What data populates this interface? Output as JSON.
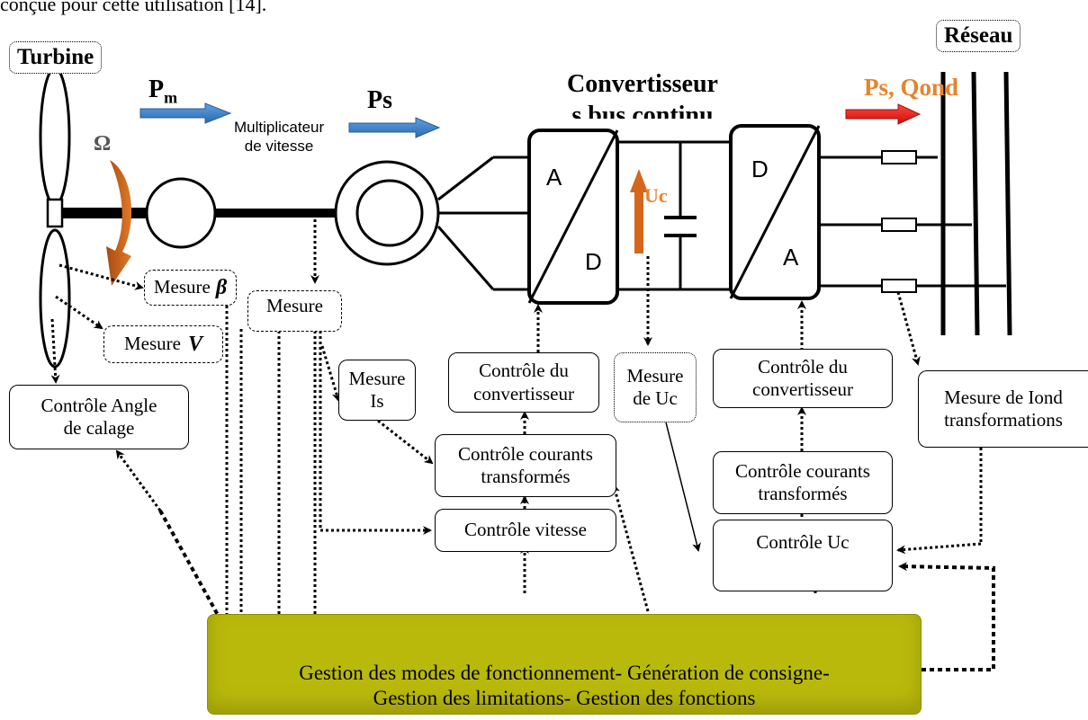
{
  "top_text": "conçue pour cette utilisation [14].",
  "labels": {
    "turbine": "Turbine",
    "reseau": "Réseau",
    "pm": "Pm",
    "ps1": "Ps",
    "multiplicateur": "Multiplicateur de vitesse",
    "convertisseurs": "Convertisseurs bus continu",
    "ps_qond": "Ps, Qond",
    "omega": "Ω",
    "uc": "Uc"
  },
  "converters": {
    "left_top": "A",
    "left_bottom": "D",
    "right_top": "D",
    "right_bottom": "A"
  },
  "boxes": {
    "mesure_beta": "Mesure",
    "beta_symbol": "β",
    "mesure_omega": "Mesure",
    "mesure_v": "Mesure",
    "v_symbol": "V",
    "mesure_is": [
      "Mesure",
      "Is"
    ],
    "controle_angle": [
      "Contrôle Angle",
      "de calage"
    ],
    "controle_conv_1": [
      "Contrôle du",
      "convertisseur"
    ],
    "controle_courants_1": [
      "Contrôle courants",
      "transformés"
    ],
    "controle_vitesse": "Contrôle vitesse",
    "mesure_uc": [
      "Mesure",
      "de Uc"
    ],
    "controle_conv_2": [
      "Contrôle du",
      "convertisseur"
    ],
    "controle_courants_2": [
      "Contrôle courants",
      "transformés"
    ],
    "controle_uc": "Contrôle Uc",
    "mesure_iond": [
      "Mesure de Iond",
      "transformations"
    ]
  },
  "gestion": {
    "line1": "Gestion des modes de fonctionnement- Génération de consigne-",
    "line2": "Gestion des limitations- Gestion des fonctions"
  },
  "colors": {
    "blue_arrow": "#3b7fc4",
    "red_arrow": "#e31b1b",
    "orange": "#d4671b",
    "orange_text": "#e8822c",
    "gestion_fill": "#b9b90c"
  }
}
